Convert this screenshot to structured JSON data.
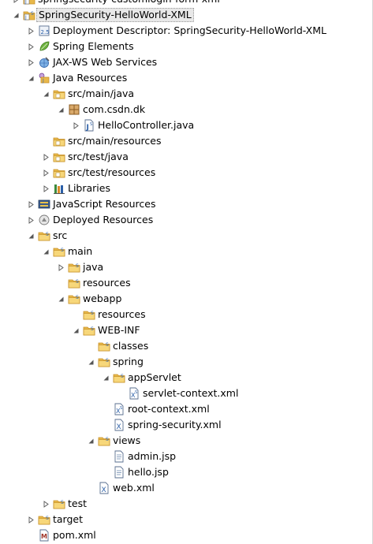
{
  "tree": {
    "items": [
      {
        "label": "springsecurity-customlogin-form-xml",
        "depth": 0,
        "icon": "project-icon",
        "twisty": "collapsed"
      },
      {
        "label": "SpringSecurity-HelloWorld-XML",
        "depth": 0,
        "icon": "project-icon",
        "twisty": "expanded",
        "selected": true
      },
      {
        "label": "Deployment Descriptor: SpringSecurity-HelloWorld-XML",
        "depth": 1,
        "icon": "deployment-descriptor-icon",
        "twisty": "collapsed"
      },
      {
        "label": "Spring Elements",
        "depth": 1,
        "icon": "spring-leaf-icon",
        "twisty": "collapsed"
      },
      {
        "label": "JAX-WS Web Services",
        "depth": 1,
        "icon": "web-services-icon",
        "twisty": "collapsed"
      },
      {
        "label": "Java Resources",
        "depth": 1,
        "icon": "java-resources-icon",
        "twisty": "expanded"
      },
      {
        "label": "src/main/java",
        "depth": 2,
        "icon": "source-folder-icon",
        "twisty": "expanded"
      },
      {
        "label": "com.csdn.dk",
        "depth": 3,
        "icon": "package-icon",
        "twisty": "expanded"
      },
      {
        "label": "HelloController.java",
        "depth": 4,
        "icon": "java-file-icon",
        "twisty": "collapsed"
      },
      {
        "label": "src/main/resources",
        "depth": 2,
        "icon": "source-folder-icon",
        "twisty": "none"
      },
      {
        "label": "src/test/java",
        "depth": 2,
        "icon": "source-folder-icon",
        "twisty": "collapsed"
      },
      {
        "label": "src/test/resources",
        "depth": 2,
        "icon": "source-folder-icon",
        "twisty": "collapsed"
      },
      {
        "label": "Libraries",
        "depth": 2,
        "icon": "libraries-icon",
        "twisty": "collapsed"
      },
      {
        "label": "JavaScript Resources",
        "depth": 1,
        "icon": "javascript-resources-icon",
        "twisty": "collapsed"
      },
      {
        "label": "Deployed Resources",
        "depth": 1,
        "icon": "deployed-resources-icon",
        "twisty": "collapsed"
      },
      {
        "label": "src",
        "depth": 1,
        "icon": "folder-icon",
        "twisty": "expanded"
      },
      {
        "label": "main",
        "depth": 2,
        "icon": "folder-icon",
        "twisty": "expanded"
      },
      {
        "label": "java",
        "depth": 3,
        "icon": "folder-icon",
        "twisty": "collapsed"
      },
      {
        "label": "resources",
        "depth": 3,
        "icon": "folder-icon",
        "twisty": "none"
      },
      {
        "label": "webapp",
        "depth": 3,
        "icon": "folder-icon",
        "twisty": "expanded"
      },
      {
        "label": "resources",
        "depth": 4,
        "icon": "folder-icon",
        "twisty": "none"
      },
      {
        "label": "WEB-INF",
        "depth": 4,
        "icon": "folder-icon",
        "twisty": "expanded"
      },
      {
        "label": "classes",
        "depth": 5,
        "icon": "folder-icon",
        "twisty": "none"
      },
      {
        "label": "spring",
        "depth": 5,
        "icon": "folder-icon",
        "twisty": "expanded"
      },
      {
        "label": "appServlet",
        "depth": 6,
        "icon": "folder-icon",
        "twisty": "expanded"
      },
      {
        "label": "servlet-context.xml",
        "depth": 7,
        "icon": "spring-xml-file-icon",
        "twisty": "none"
      },
      {
        "label": "root-context.xml",
        "depth": 6,
        "icon": "spring-xml-file-icon",
        "twisty": "none"
      },
      {
        "label": "spring-security.xml",
        "depth": 6,
        "icon": "xml-file-icon",
        "twisty": "none"
      },
      {
        "label": "views",
        "depth": 5,
        "icon": "folder-icon",
        "twisty": "expanded"
      },
      {
        "label": "admin.jsp",
        "depth": 6,
        "icon": "jsp-file-icon",
        "twisty": "none"
      },
      {
        "label": "hello.jsp",
        "depth": 6,
        "icon": "jsp-file-icon",
        "twisty": "none"
      },
      {
        "label": "web.xml",
        "depth": 5,
        "icon": "xml-file-icon",
        "twisty": "none"
      },
      {
        "label": "test",
        "depth": 2,
        "icon": "folder-icon",
        "twisty": "collapsed"
      },
      {
        "label": "target",
        "depth": 1,
        "icon": "folder-icon",
        "twisty": "collapsed"
      },
      {
        "label": "pom.xml",
        "depth": 1,
        "icon": "maven-pom-file-icon",
        "twisty": "none"
      }
    ]
  },
  "colors": {
    "folder": "#e8b84a",
    "folder_dark": "#c8922a",
    "selection_bg": "#e8e8e8",
    "twisty": "#555555",
    "spring_green": "#6db33f",
    "java_blue": "#2b5fa8"
  }
}
